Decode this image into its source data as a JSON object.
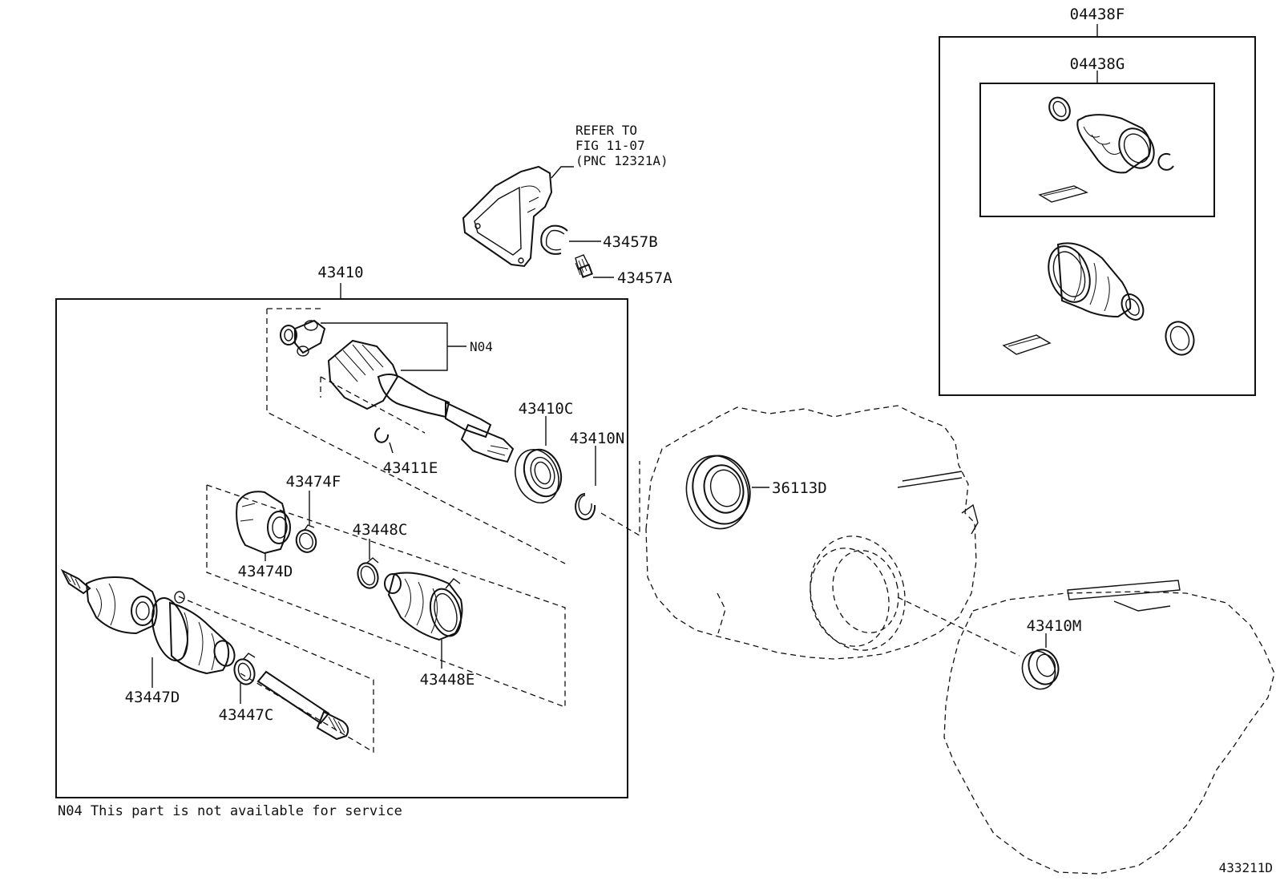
{
  "labels": {
    "l04438F": "04438F",
    "l04438G": "04438G",
    "refer1": "REFER TO",
    "refer2": "FIG 11-07",
    "refer3": "(PNC 12321A)",
    "l43457B": "43457B",
    "l43457A": "43457A",
    "l43410": "43410",
    "n04": "N04",
    "l43410C": "43410C",
    "l43410N": "43410N",
    "l43411E": "43411E",
    "l36113D": "36113D",
    "l43474F": "43474F",
    "l43448C": "43448C",
    "l43474D": "43474D",
    "l43410M": "43410M",
    "l43448E": "43448E",
    "l43447D": "43447D",
    "l43447C": "43447C"
  },
  "footnote": "N04 This part is not available for service",
  "figure_id": "433211D"
}
